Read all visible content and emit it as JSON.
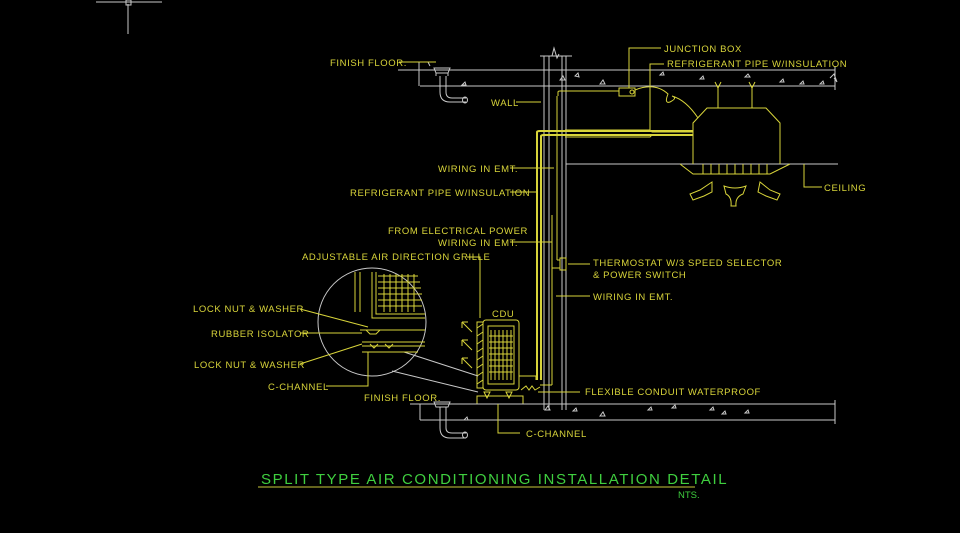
{
  "drawing": {
    "title": "SPLIT TYPE AIR CONDITIONING INSTALLATION DETAIL",
    "scale_note": "NTS.",
    "colors": {
      "background": "#000000",
      "annotation": "#d8d43a",
      "title": "#3fcf3f",
      "structure": "#c8c8c8"
    },
    "labels": {
      "finish_floor_top": "FINISH FLOOR.",
      "wall": "WALL",
      "junction_box": "JUNCTION BOX",
      "refrigerant_pipe_top": "REFRIGERANT PIPE W/INSULATION",
      "ceiling": "CEILING",
      "wiring_emt_1": "WIRING IN EMT.",
      "refrigerant_pipe_left": "REFRIGERANT PIPE W/INSULATION",
      "from_electrical_power_l1": "FROM ELECTRICAL POWER",
      "from_electrical_power_l2": "WIRING IN EMT.",
      "adjustable_grille": "ADJUSTABLE AIR DIRECTION GRILLE",
      "thermostat_l1": "THERMOSTAT W/3 SPEED SELECTOR",
      "thermostat_l2": "& POWER SWITCH",
      "wiring_emt_2": "WIRING IN EMT.",
      "lock_nut_washer_1": "LOCK NUT & WASHER",
      "rubber_isolator": "RUBBER ISOLATOR",
      "lock_nut_washer_2": "LOCK NUT & WASHER",
      "c_channel_detail": "C-CHANNEL",
      "cdu": "CDU",
      "finish_floor_bottom": "FINISH FLOOR.",
      "flexible_conduit": "FLEXIBLE CONDUIT WATERPROOF",
      "c_channel_bottom": "C-CHANNEL"
    }
  }
}
